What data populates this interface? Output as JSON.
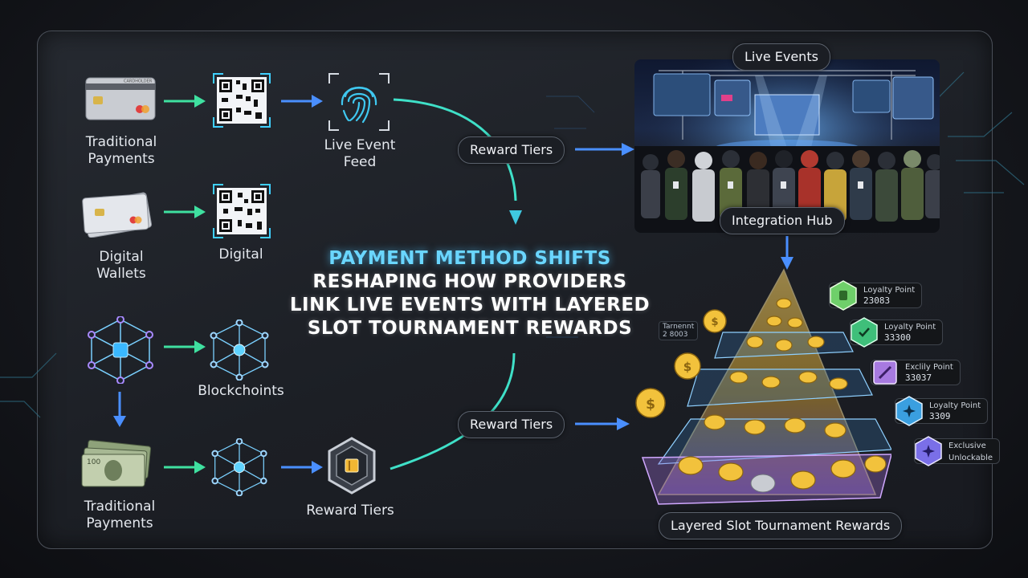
{
  "title": {
    "line1": "PAYMENT METHOD SHIFTS",
    "line2": "RESHAPING HOW PROVIDERS",
    "line3": "LINK LIVE EVENTS WITH LAYERED",
    "line4": "SLOT TOURNAMENT REWARDS"
  },
  "left_flow": {
    "traditional_payments_top": "Traditional\nPayments",
    "digital_wallets": "Digital\nWallets",
    "digital": "Digital",
    "live_event_feed": "Live Event\nFeed",
    "blockchain": "Blockchoints",
    "traditional_payments_bottom": "Traditional\nPayments",
    "reward_tiers_bottom": "Reward Tiers"
  },
  "pills": {
    "reward_tiers_upper": "Reward Tiers",
    "reward_tiers_lower": "Reward Tiers",
    "live_events": "Live Events",
    "integration_hub": "Integration Hub",
    "layered_rewards": "Layered Slot Tournament Rewards"
  },
  "card_text": "CARDHOLDER",
  "tiny_tag": "Tarnennt\n2 8003",
  "badges": [
    {
      "title": "Loyalty Point",
      "value": "23083",
      "color": "#6fcf6a"
    },
    {
      "title": "Loyalty Point",
      "value": "33300",
      "color": "#3fbf7a"
    },
    {
      "title": "Exclily Point",
      "value": "33037",
      "color": "#a77ae0"
    },
    {
      "title": "Loyalty Point",
      "value": "3309",
      "color": "#3a9fe0"
    },
    {
      "title": "Exclusive",
      "value": "Unlockable",
      "color": "#7a6fe8"
    }
  ],
  "colors": {
    "accent_cyan": "#5fd3ff",
    "arrow_green": "#3fe0a0",
    "arrow_blue": "#4a8fff",
    "gold": "#f2c23c"
  }
}
